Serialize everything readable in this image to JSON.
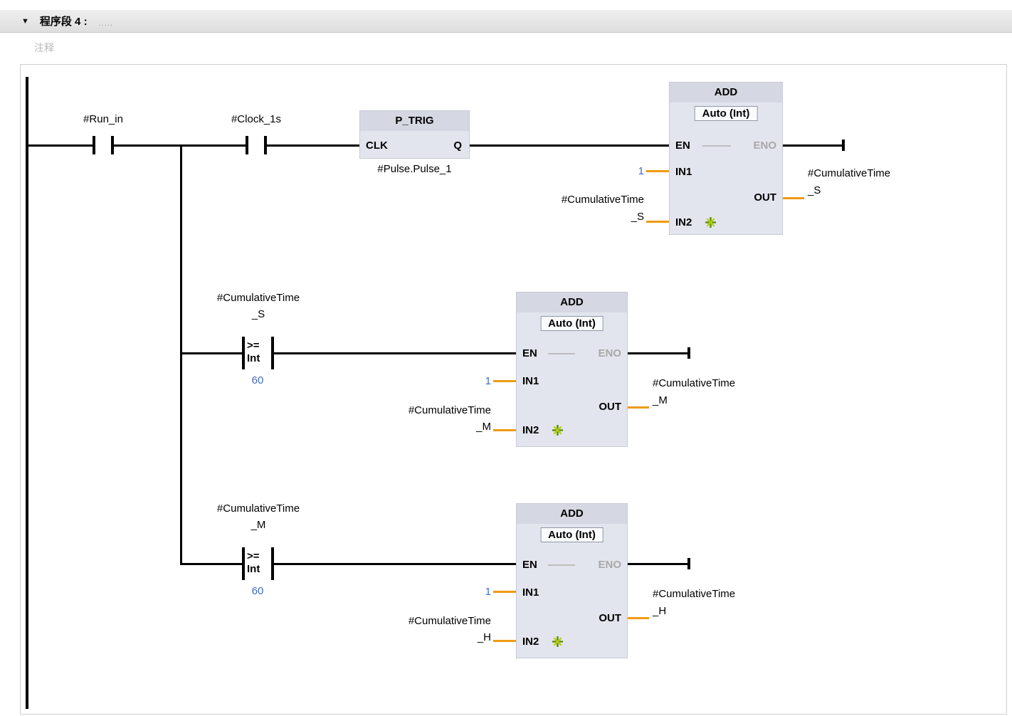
{
  "network": {
    "collapse_icon": "▼",
    "title": "程序段 4 :",
    "title_dots": ".....",
    "comment_placeholder": "注释"
  },
  "rung1": {
    "contact_run_in": "#Run_in",
    "contact_clock": "#Clock_1s",
    "p_trig": {
      "title": "P_TRIG",
      "clk": "CLK",
      "q": "Q",
      "instance": "#Pulse.Pulse_1"
    }
  },
  "pin_labels": {
    "en": "EN",
    "eno": "ENO",
    "in1": "IN1",
    "in2": "IN2",
    "out": "OUT"
  },
  "add_seconds": {
    "title": "ADD",
    "mode": "Auto (Int)",
    "in1_value": "1",
    "in2_line1": "#CumulativeTime",
    "in2_line2": "_S",
    "out_line1": "#CumulativeTime",
    "out_line2": "_S"
  },
  "add_minutes": {
    "title": "ADD",
    "mode": "Auto (Int)",
    "in1_value": "1",
    "in2_line1": "#CumulativeTime",
    "in2_line2": "_M",
    "out_line1": "#CumulativeTime",
    "out_line2": "_M"
  },
  "add_hours": {
    "title": "ADD",
    "mode": "Auto (Int)",
    "in1_value": "1",
    "in2_line1": "#CumulativeTime",
    "in2_line2": "_H",
    "out_line1": "#CumulativeTime",
    "out_line2": "_H"
  },
  "cmp_seconds": {
    "operand_line1": "#CumulativeTime",
    "operand_line2": "_S",
    "op": ">=",
    "type": "Int",
    "value": "60"
  },
  "cmp_minutes": {
    "operand_line1": "#CumulativeTime",
    "operand_line2": "_M",
    "op": ">=",
    "type": "Int",
    "value": "60"
  },
  "colors": {
    "wire_orange": "#ef9b13",
    "value_blue": "#3f6bc4",
    "eno_gray": "#a8a8a8",
    "block_fill": "#e3e5ee"
  }
}
